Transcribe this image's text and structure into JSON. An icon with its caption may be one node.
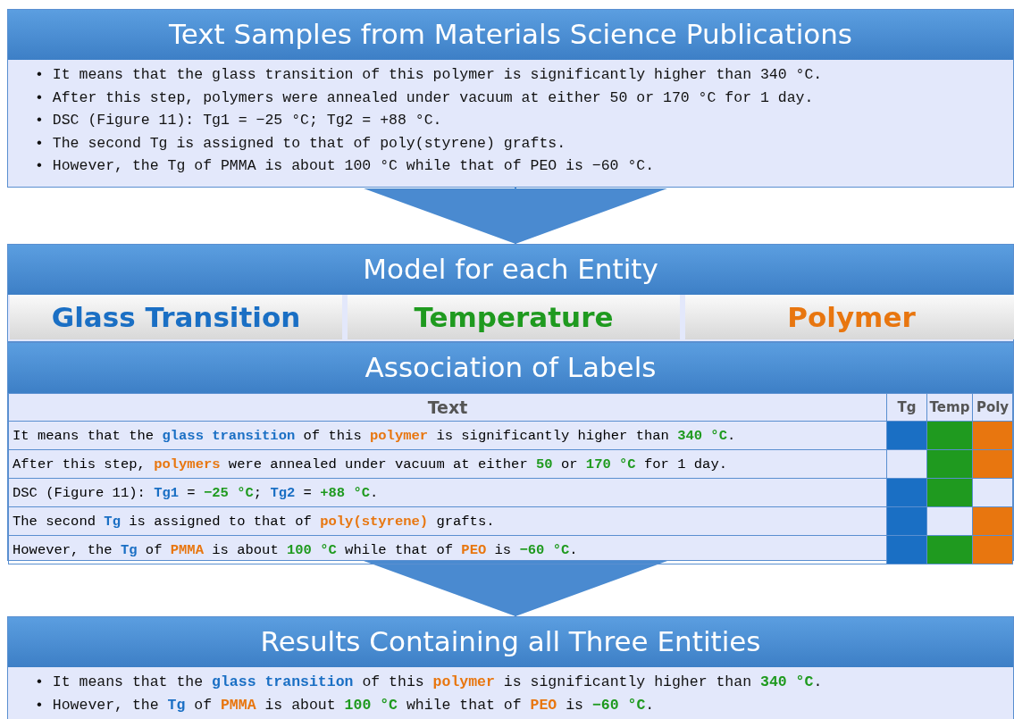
{
  "diagram": {
    "nodes": [
      {
        "text": [
          "Text Samples from Materials Science Publications",
          "• It means that the glass transition of this polymer is significantly higher than 340 °C.",
          "• After this step, polymers were annealed under vacuum at either 50 or 170 °C for 1 day.",
          "• DSC (Figure 11): Tg1 = −25 °C; Tg2 = +88 °C.",
          "• The second Tg is assigned to that of poly(styrene) grafts.",
          "• However, the Tg of PMMA is about 100 °C while that of PEO is −60 °C."
        ]
      },
      {
        "text": [
          "Model for each Entity"
        ]
      },
      {
        "text": [
          "Glass Transition"
        ],
        "in": 1
      },
      {
        "text": [
          "Temperature"
        ],
        "in": 1
      },
      {
        "text": [
          "Polymer"
        ],
        "in": 1
      },
      {
        "text": [
          "Association of Labels"
        ]
      },
      {
        "text": [
          "Results Containing all Three Entities",
          "• It means that the **glass transition** of this **polymer** is significantly higher than **340 °C**.",
          "• However, the **Tg** of **PMMA** is about **100 °C** while that of **PEO** is **−60 °C**."
        ]
      }
    ],
    "edges": [
      {
        "from": 0,
        "to": 1,
        "arrow": "to"
      },
      {
        "from": 5,
        "to": 6,
        "arrow": "to"
      }
    ],
    "labels": [
      "Text",
      "Tg",
      "Temp",
      "Poly",
      "It means that the **glass transition** of this **polymer** is significantly higher than **340 °C**.",
      "After this step, **polymers** were annealed under vacuum at either **50** or **170 °C** for 1 day.",
      "DSC (Figure 11): **Tg1** = **−25 °C**; **Tg2** = **+88 °C**.",
      "The second **Tg** is assigned to that of **poly(styrene)** grafts.",
      "However, the **Tg** of **PMMA** is about **100 °C** while that of **PEO** is **−60 °C**."
    ]
  }
}
